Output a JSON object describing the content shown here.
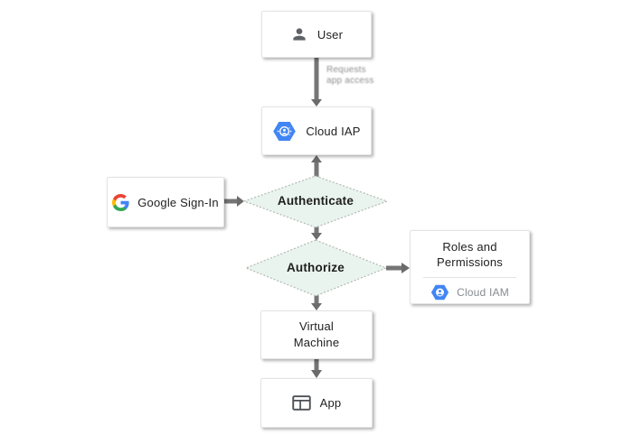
{
  "diagram": {
    "nodes": {
      "user": {
        "label": "User"
      },
      "cloud_iap": {
        "label": "Cloud IAP"
      },
      "google_sign_in": {
        "label": "Google Sign-In"
      },
      "authenticate": {
        "label": "Authenticate"
      },
      "authorize": {
        "label": "Authorize"
      },
      "roles_permissions": {
        "line1": "Roles and",
        "line2": "Permissions",
        "service": "Cloud IAM"
      },
      "virtual_machine": {
        "line1": "Virtual",
        "line2": "Machine"
      },
      "app": {
        "label": "App"
      }
    },
    "edges": {
      "user_to_cloud_iap": {
        "label_line1": "Requests",
        "label_line2": "app access"
      }
    },
    "icons": {
      "user": "person-icon",
      "cloud_iap": "iap-hexagon-icon",
      "google_sign_in": "google-g-icon",
      "cloud_iam": "iam-hexagon-icon",
      "app": "app-window-icon"
    },
    "colors": {
      "hexagon_blue": "#4285f4",
      "diamond_fill": "#e9f4ee",
      "diamond_border": "#b5b9b5",
      "arrow_gray": "#757575",
      "google_blue": "#4285f4",
      "google_red": "#ea4335",
      "google_yellow": "#fbbc05",
      "google_green": "#34a853",
      "text": "#212121",
      "muted_text": "#868c92"
    }
  }
}
